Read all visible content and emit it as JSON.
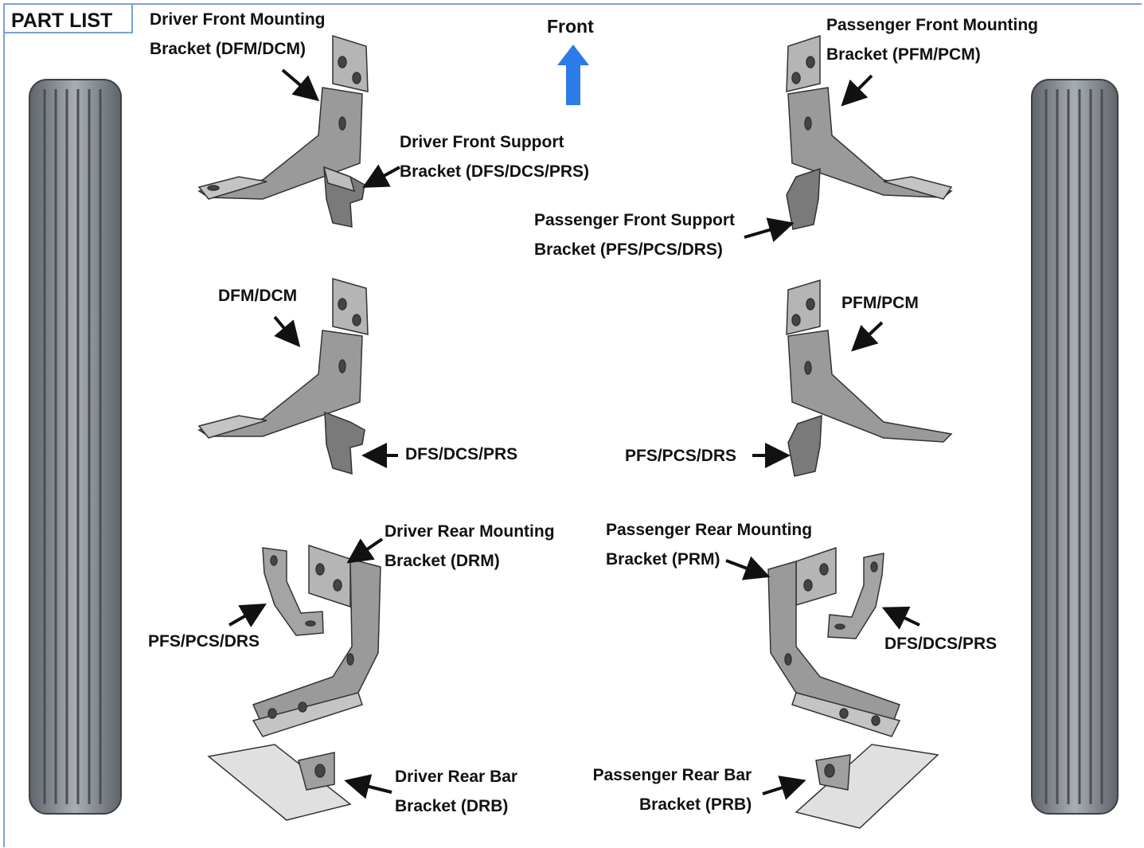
{
  "header": {
    "title": "PART LIST"
  },
  "direction": {
    "label": "Front",
    "arrow_color": "#2b7be8"
  },
  "labels": {
    "dfm_full": [
      "Driver Front Mounting",
      "Bracket (DFM/DCM)"
    ],
    "pfm_full": [
      "Passenger Front Mounting",
      "Bracket (PFM/PCM)"
    ],
    "dfs_full": [
      "Driver Front Support",
      "Bracket (DFS/DCS/PRS)"
    ],
    "pfs_full": [
      "Passenger Front Support",
      "Bracket (PFS/PCS/DRS)"
    ],
    "dfm_short": "DFM/DCM",
    "pfm_short": "PFM/PCM",
    "dfs_short_left": "DFS/DCS/PRS",
    "pfs_short_right": "PFS/PCS/DRS",
    "drm": [
      "Driver Rear Mounting",
      "Bracket (DRM)"
    ],
    "prm": [
      "Passenger Rear Mounting",
      "Bracket (PRM)"
    ],
    "pfs_rear_left": "PFS/PCS/DRS",
    "dfs_rear_right": "DFS/DCS/PRS",
    "drb": [
      "Driver Rear Bar",
      "Bracket (DRB)"
    ],
    "prb": [
      "Passenger Rear Bar",
      "Bracket (PRB)"
    ]
  },
  "colors": {
    "frame": "#7aa0d8",
    "part_fill": "#9a9a9a",
    "part_dark": "#6e6e6e",
    "board": "#8a8f96"
  }
}
